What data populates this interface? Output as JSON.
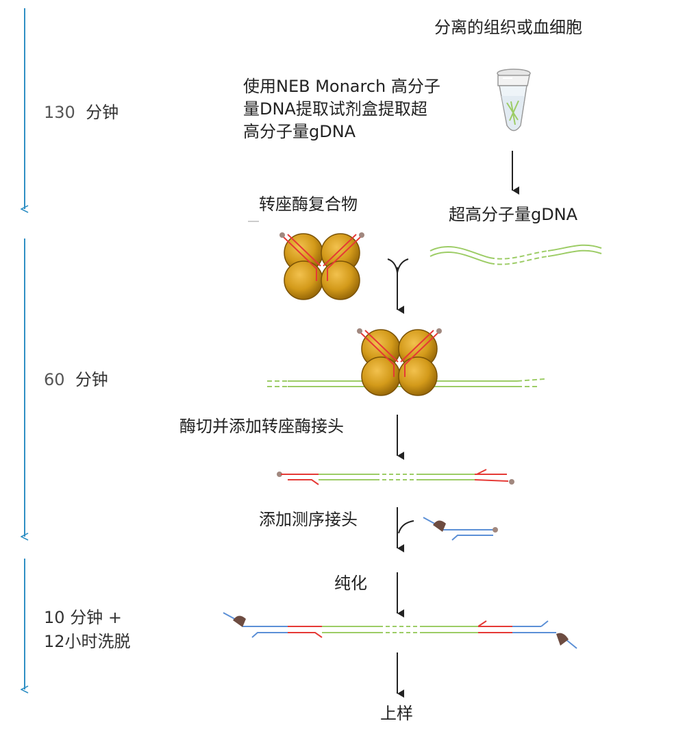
{
  "phases": [
    {
      "time_number": "130",
      "time_unit": "分钟"
    },
    {
      "time_number": "60",
      "time_unit": "分钟"
    },
    {
      "time_number": "10",
      "time_unit": "分钟 +",
      "time_line2": "12小时洗脱"
    }
  ],
  "steps": {
    "source": "分离的组织或血细胞",
    "extraction_line1": "使用NEB Monarch 高分子",
    "extraction_line2": "量DNA提取试剂盒提取超",
    "extraction_line3": "高分子量gDNA",
    "hmw_dna": "超高分子量gDNA",
    "transposome": "转座酶复合物",
    "tagmentation": "酶切并添加转座酶接头",
    "add_adapter": "添加测序接头",
    "cleanup": "纯化",
    "load": "上样"
  },
  "colors": {
    "timeline": "#2f8fc4",
    "arrow": "#222222",
    "dna_green": "#9ccc65",
    "transposase_red": "#e53935",
    "seq_adapter_blue": "#5b8fd6",
    "motor_brown": "#6d4c41",
    "enzyme_gold": "#d39a1a"
  }
}
